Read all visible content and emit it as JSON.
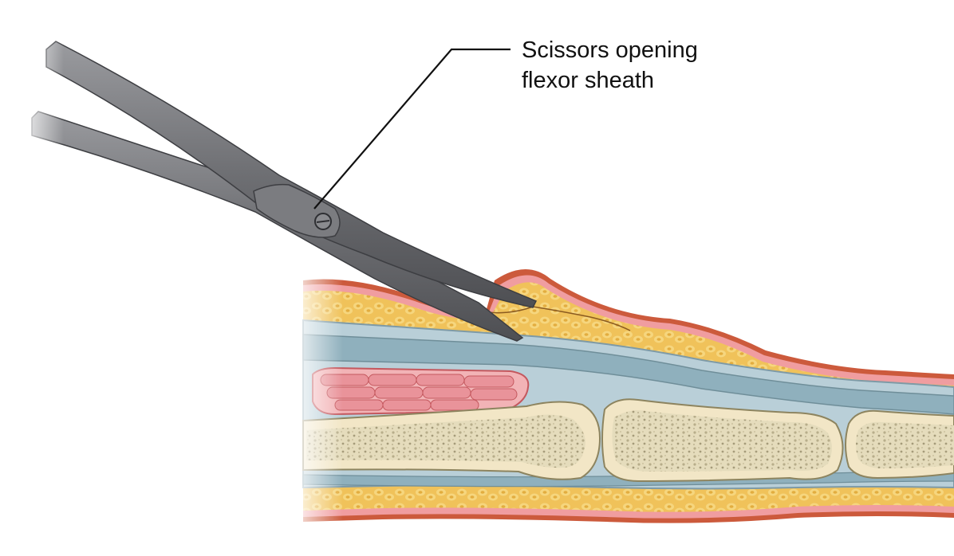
{
  "annotations": [
    {
      "id": "scissors",
      "lines": [
        "Scissors opening",
        "flexor sheath"
      ]
    }
  ],
  "colors": {
    "skin_edge": "#cc5a3c",
    "skin_pink": "#f09da0",
    "fat": "#f0c25a",
    "tendon_sheath": "#b9cfd8",
    "tendon": "#8fb0bd",
    "bone_cortex": "#f2e6c6",
    "bone_marrow": "#cfc6a6",
    "muscle": "#e9939a",
    "instrument": "#6e6f73"
  },
  "icons": {
    "instrument": "scissors-icon",
    "screw": "pivot-screw-icon"
  }
}
